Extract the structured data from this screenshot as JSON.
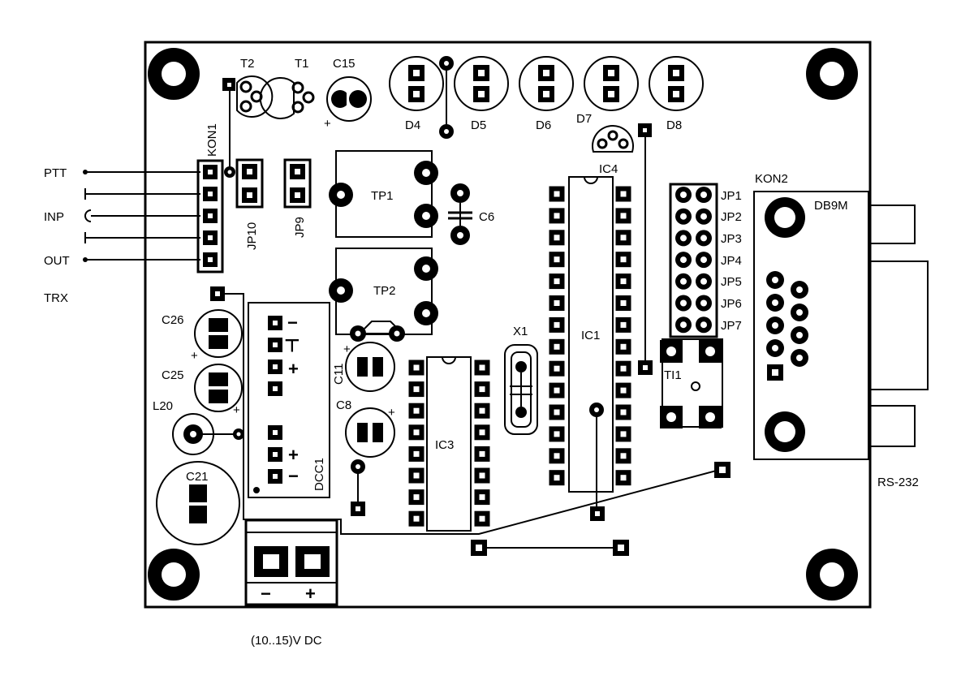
{
  "labels": {
    "t2": "T2",
    "t1": "T1",
    "c15": "C15",
    "d4": "D4",
    "d5": "D5",
    "d6": "D6",
    "d7": "D7",
    "d8": "D8",
    "ic4": "IC4",
    "kon1": "KON1",
    "jp10": "JP10",
    "jp9": "JP9",
    "tp1": "TP1",
    "tp2": "TP2",
    "c6": "C6",
    "kon2": "KON2",
    "db9m": "DB9M",
    "jp1": "JP1",
    "jp2": "JP2",
    "jp3": "JP3",
    "jp4": "JP4",
    "jp5": "JP5",
    "jp6": "JP6",
    "jp7": "JP7",
    "ptt": "PTT",
    "inp": "INP",
    "out": "OUT",
    "trx": "TRX",
    "c26": "C26",
    "c25": "C25",
    "l20": "L20",
    "c21": "C21",
    "dcc1": "DCC1",
    "c11": "C11",
    "c8": "C8",
    "ic3": "IC3",
    "x1": "X1",
    "ic1": "IC1",
    "ti1": "TI1",
    "rs232": "RS-232",
    "power": "(10..15)V DC"
  },
  "symbols": {
    "minus": "−",
    "plus": "+",
    "ground": "⊥"
  },
  "colors": {
    "ink": "#000000",
    "paper": "#ffffff"
  }
}
